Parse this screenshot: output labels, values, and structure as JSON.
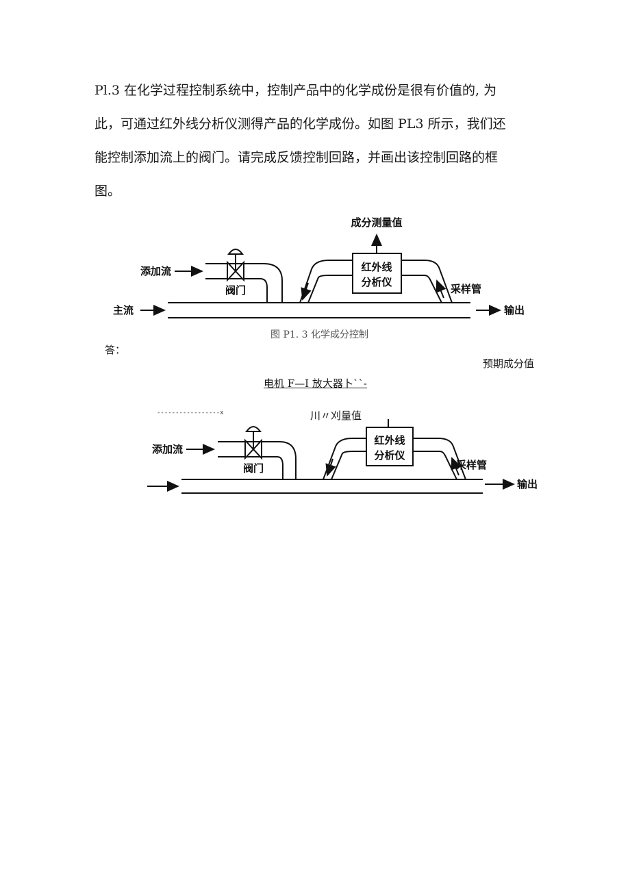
{
  "question": {
    "lines": [
      "Pl.3 在化学过程控制系统中，控制产品中的化学成份是很有价值的, 为",
      "此，可通过红外线分析仪测得产品的化学成份。如图 PL3 所示，我们还",
      "能控制添加流上的阀门。请完成反馈控制回路，并画出该控制回路的框",
      "图。"
    ]
  },
  "figure1": {
    "measurement_label": "成分测量值",
    "add_flow_label": "添加流",
    "valve_label": "阀门",
    "analyzer_line1": "红外线",
    "analyzer_line2": "分析仪",
    "sample_tube_label": "采样管",
    "main_flow_label": "主流",
    "output_label": "输出",
    "caption": "图 P1. 3 化学成分控制"
  },
  "answer": {
    "label": "答：",
    "expected_value": "预期成分值",
    "motor_amp_text": "电机 F—I 放大器卜``-",
    "dash_text": "-----------------x",
    "measured_text": "川〃刈量值"
  },
  "figure2": {
    "add_flow_label": "添加流",
    "valve_label": "阀门",
    "analyzer_line1": "红外线",
    "analyzer_line2": "分析仪",
    "sample_tube_label": "采样管",
    "output_label": "输出"
  }
}
